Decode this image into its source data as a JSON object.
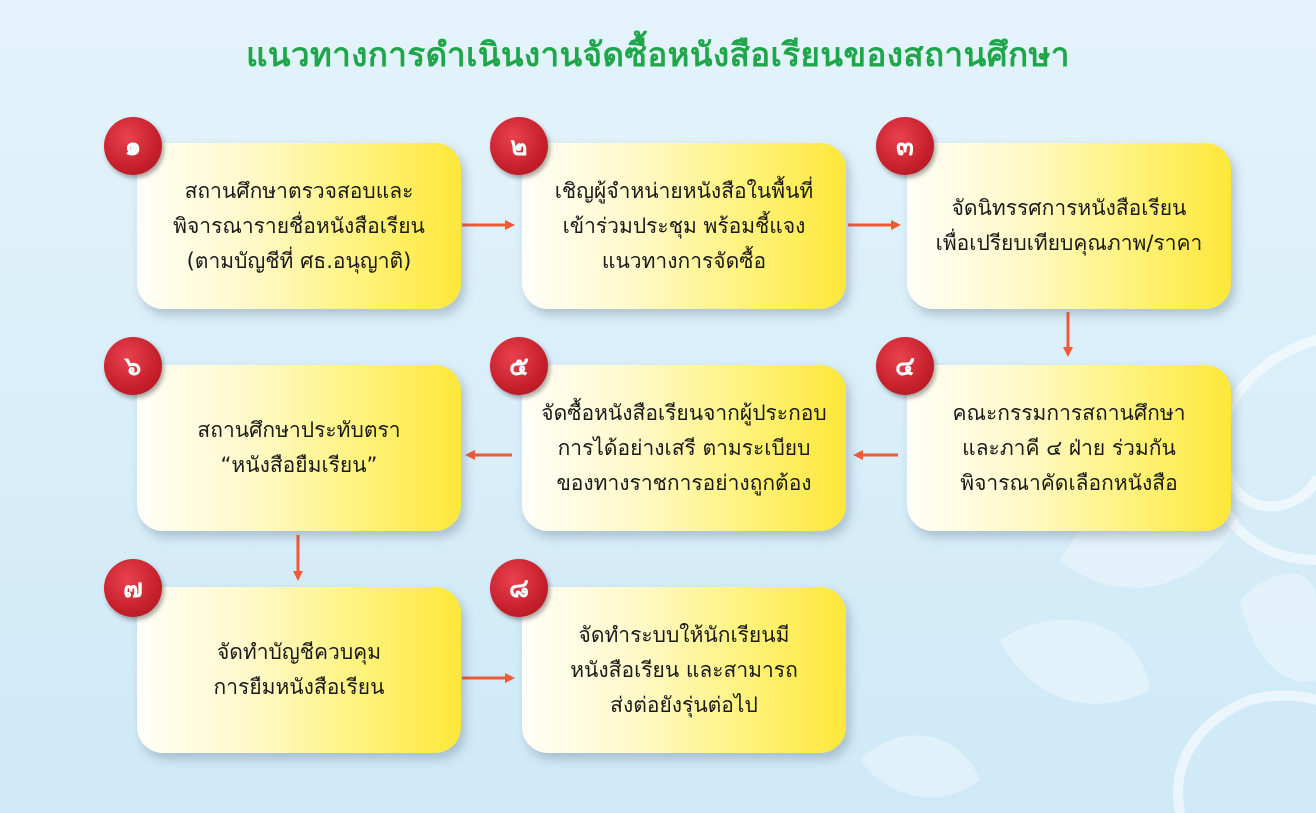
{
  "title": "แนวทางการดำเนินงานจัดซื้อหนังสือเรียนของสถานศึกษา",
  "colors": {
    "title": "#1fa64a",
    "arrow": "#ee5a36",
    "badge": "#c5202c",
    "box_light": "#fffef8",
    "box_dark": "#fde73a"
  },
  "steps": [
    {
      "number": "๑",
      "lines": [
        "สถานศึกษาตรวจสอบและ",
        "พิจารณารายชื่อหนังสือเรียน",
        "(ตามบัญชีที่ ศธ.อนุญาติ)"
      ]
    },
    {
      "number": "๒",
      "lines": [
        "เชิญผู้จำหน่ายหนังสือในพื้นที่",
        "เข้าร่วมประชุม พร้อมชี้แจง",
        "แนวทางการจัดซื้อ"
      ]
    },
    {
      "number": "๓",
      "lines": [
        "จัดนิทรรศการหนังสือเรียน",
        "เพื่อเปรียบเทียบคุณภาพ/ราคา"
      ]
    },
    {
      "number": "๔",
      "lines": [
        "คณะกรรมการสถานศึกษา",
        "และภาคี ๔ ฝ่าย ร่วมกัน",
        "พิจารณาคัดเลือกหนังสือ"
      ]
    },
    {
      "number": "๕",
      "lines": [
        "จัดซื้อหนังสือเรียนจากผู้ประกอบ",
        "การได้อย่างเสรี ตามระเบียบ",
        "ของทางราชการอย่างถูกต้อง"
      ]
    },
    {
      "number": "๖",
      "lines": [
        "สถานศึกษาประทับตรา",
        "“หนังสือยืมเรียน”"
      ]
    },
    {
      "number": "๗",
      "lines": [
        "จัดทำบัญชีควบคุม",
        "การยืมหนังสือเรียน"
      ]
    },
    {
      "number": "๘",
      "lines": [
        "จัดทำระบบให้นักเรียนมี",
        "หนังสือเรียน และสามารถ",
        "ส่งต่อยังรุ่นต่อไป"
      ]
    }
  ]
}
